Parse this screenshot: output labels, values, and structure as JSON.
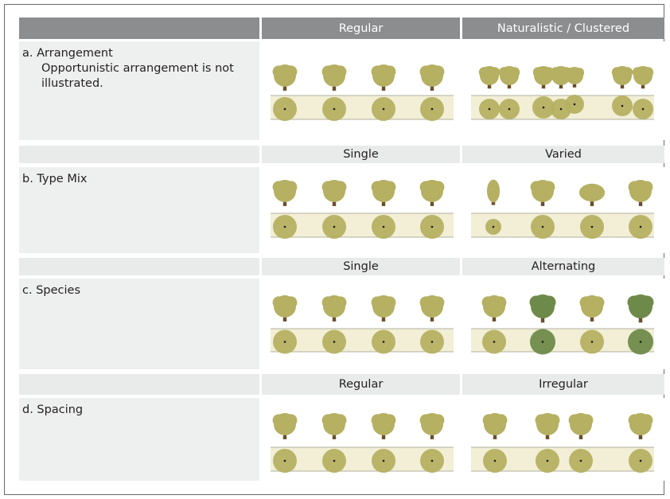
{
  "header": {
    "col1": "Regular",
    "col2": "Naturalistic / Clustered"
  },
  "colors": {
    "header_bg": "#8b8d8f",
    "subheader_bg": "#e9eaea",
    "label_bg": "#eeefef",
    "canopy": "#b5b062",
    "canopy_dark": "#6e8a4a",
    "trunk": "#6b4f2c",
    "ground_band": "#f2efd6"
  },
  "rows": [
    {
      "label": "a.  Arrangement",
      "note": "Opportunistic arrangement is not illustrated.",
      "col1_heading": "",
      "col2_heading": ""
    },
    {
      "label": "b.  Type Mix",
      "note": "",
      "col1_heading": "Single",
      "col2_heading": "Varied"
    },
    {
      "label": "c. Species",
      "note": "",
      "col1_heading": "Single",
      "col2_heading": "Alternating"
    },
    {
      "label": "d.  Spacing",
      "note": "",
      "col1_heading": "Regular",
      "col2_heading": "Irregular"
    }
  ]
}
